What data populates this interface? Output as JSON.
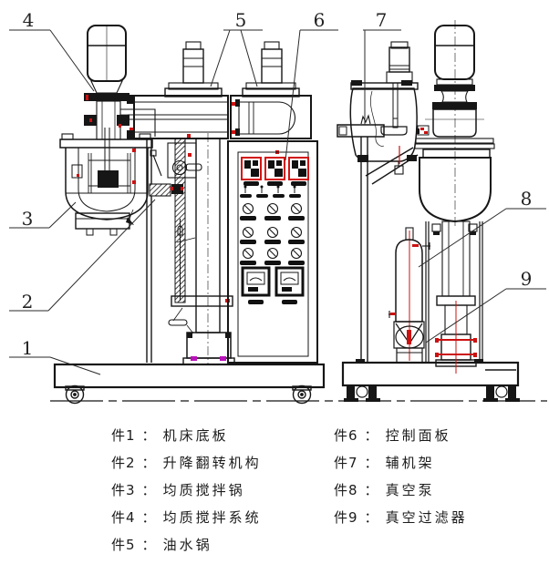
{
  "callouts": [
    "1",
    "2",
    "3",
    "4",
    "5",
    "6",
    "7",
    "8",
    "9"
  ],
  "legend": {
    "separator": "：",
    "left": [
      {
        "id": "件1",
        "name": "机床底板"
      },
      {
        "id": "件2",
        "name": "升降翻转机构"
      },
      {
        "id": "件3",
        "name": "均质搅拌锅"
      },
      {
        "id": "件4",
        "name": "均质搅拌系统"
      },
      {
        "id": "件5",
        "name": "油水锅"
      }
    ],
    "right": [
      {
        "id": "件6",
        "name": "控制面板"
      },
      {
        "id": "件7",
        "name": "辅机架"
      },
      {
        "id": "件8",
        "name": "真空泵"
      },
      {
        "id": "件9",
        "name": "真空过滤器"
      }
    ]
  },
  "colors": {
    "line": "#161616",
    "accent_red": "#cc1111",
    "accent_magenta": "#bb11bb",
    "display_bezel_red": "#d41414"
  }
}
